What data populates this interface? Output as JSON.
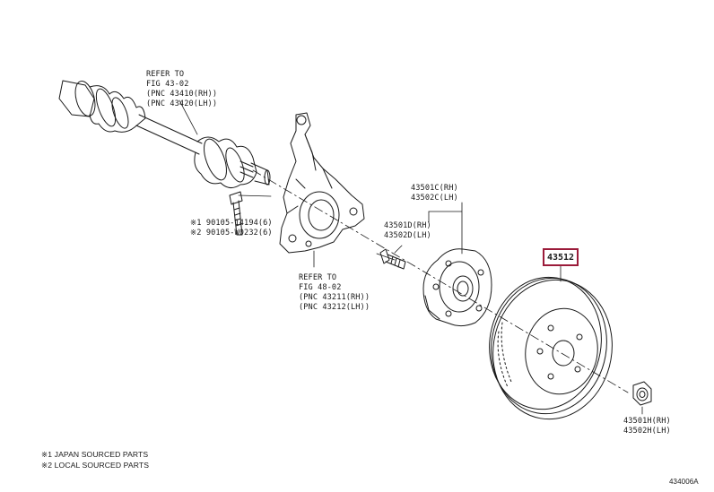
{
  "refs": {
    "driveshaft": [
      "REFER TO",
      "FIG 43-02",
      "(PNC 43410(RH))",
      "(PNC 43420(LH))"
    ],
    "knuckle": [
      "REFER TO",
      "FIG 48-02",
      "(PNC 43211(RH))",
      "(PNC 43212(LH))"
    ]
  },
  "parts": {
    "bolt": [
      "※1 90105-14194(6)",
      "※2 90105-W0232(6)"
    ],
    "hub_assy": [
      "43501C(RH)",
      "43502C(LH)"
    ],
    "hub": [
      "43501D(RH)",
      "43502D(LH)"
    ],
    "disc": "43512",
    "nut": [
      "43501H(RH)",
      "43502H(LH)"
    ]
  },
  "notes": [
    "※1 JAPAN SOURCED PARTS",
    "※2 LOCAL SOURCED PARTS"
  ],
  "figure_id": "434006A",
  "colors": {
    "highlight_border": "#9b1b3a",
    "line": "#1a1a1a"
  }
}
